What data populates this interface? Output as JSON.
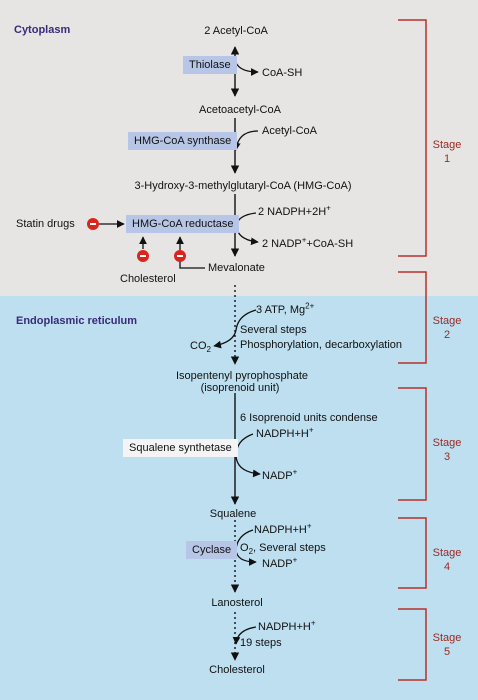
{
  "regions": {
    "cytoplasm": "Cytoplasm",
    "er": "Endoplasmic reticulum"
  },
  "metabolites": {
    "acetyl_coa_2": "2 Acetyl-CoA",
    "acetoacetyl_coa": "Acetoacetyl-CoA",
    "hmg_coa": "3-Hydroxy-3-methylglutaryl-CoA (HMG-CoA)",
    "mevalonate": "Mevalonate",
    "ipp_line1": "Isopentenyl pyrophosphate",
    "ipp_line2": "(isoprenoid unit)",
    "squalene": "Squalene",
    "lanosterol": "Lanosterol",
    "cholesterol_end": "Cholesterol"
  },
  "enzymes": {
    "thiolase": "Thiolase",
    "hmg_synthase": "HMG-CoA synthase",
    "hmg_reductase": "HMG-CoA reductase",
    "squalene_synthetase": "Squalene synthetase",
    "cyclase": "Cyclase"
  },
  "cofactors": {
    "coa_sh": "CoA-SH",
    "acetyl_coa": "Acetyl-CoA",
    "nadph_2h_pre": "2 NADPH+2H",
    "nadp_coa_pre": "2 NADP",
    "nadp_coa_post": "+CoA-SH",
    "atp_pre": "3 ATP, Mg",
    "atp_sup": "2+",
    "co2": "CO",
    "co2_sub": "2",
    "several_steps_1": "Several steps",
    "phos_decarb": "Phosphorylation, decarboxylation",
    "isoprenoid_condense": "6 Isoprenoid units condense",
    "nadph_h": "NADPH+H",
    "nadp": "NADP",
    "o2": "O",
    "o2_sub": "2",
    "o2_steps": ", Several steps",
    "nineteen_steps": "19 steps",
    "plus": "+"
  },
  "inhibitors": {
    "statin": "Statin drugs",
    "cholesterol": "Cholesterol"
  },
  "stages": [
    {
      "word": "Stage",
      "num": "1"
    },
    {
      "word": "Stage",
      "num": "2"
    },
    {
      "word": "Stage",
      "num": "3"
    },
    {
      "word": "Stage",
      "num": "4"
    },
    {
      "word": "Stage",
      "num": "5"
    }
  ],
  "colors": {
    "cytoplasm_bg": "#e7e5e3",
    "er_bg": "#bddff0",
    "enzyme_box": "#b7c6e6",
    "stage_bracket": "#b8322a",
    "inhibitor": "#d8261f"
  }
}
